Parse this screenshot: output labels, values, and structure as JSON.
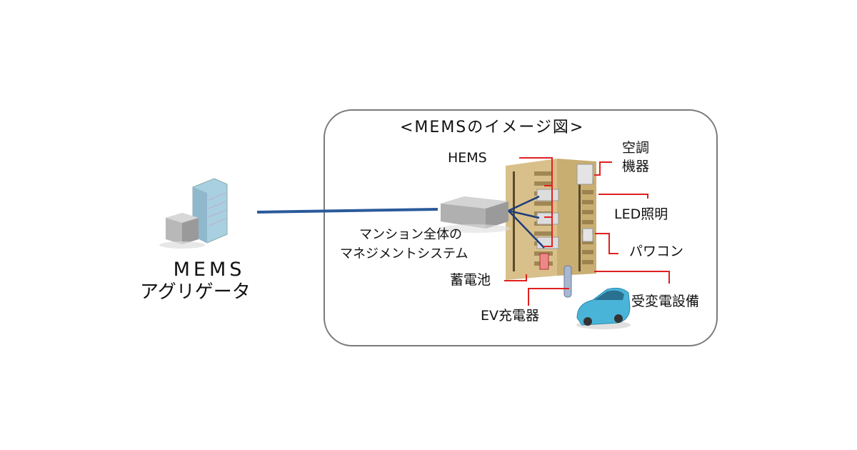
{
  "diagram": {
    "title": "<MEMSのイメージ図>",
    "aggregator": {
      "line1": "MEMS",
      "line2": "アグリゲータ"
    },
    "labels": {
      "hems": "HEMS",
      "aircon_line1": "空調",
      "aircon_line2": "機器",
      "led": "LED照明",
      "power_conditioner": "パワコン",
      "substation": "受変電設備",
      "ev_charger": "EV充電器",
      "battery": "蓄電池",
      "mgmt_line1": "マンション全体の",
      "mgmt_line2": "マネジメントシステム"
    },
    "colors": {
      "connector": "#2a5a9a",
      "callout": "#e02020",
      "frame": "#7a7a7a",
      "building": "#d9c08a",
      "car": "#4ab4d8"
    }
  }
}
